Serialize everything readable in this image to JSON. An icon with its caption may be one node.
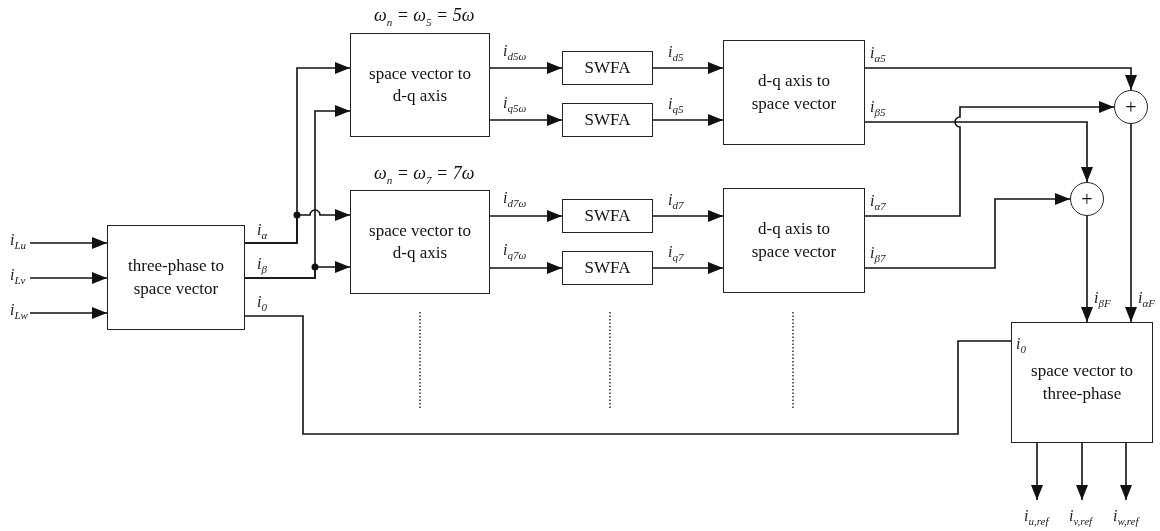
{
  "diagram": {
    "nodes": [
      {
        "text": [
          "three-phase to space vector"
        ]
      },
      {
        "text": [
          "space vector to d-q axis"
        ],
        "beside": [
          "ω$_{n}$ = ω$_{5}$ = 5ω"
        ]
      },
      {
        "text": [
          "space vector to d-q axis"
        ],
        "beside": [
          "ω$_{n}$ = ω$_{7}$ = 7ω"
        ]
      },
      {
        "text": [
          "SWFA"
        ]
      },
      {
        "text": [
          "SWFA"
        ]
      },
      {
        "text": [
          "SWFA"
        ]
      },
      {
        "text": [
          "SWFA"
        ]
      },
      {
        "text": [
          "d-q axis to space vector"
        ]
      },
      {
        "text": [
          "d-q axis to space vector"
        ]
      },
      {
        "text": [
          "+"
        ]
      },
      {
        "text": [
          "+"
        ]
      },
      {
        "text": [
          "space vector to three-phase"
        ]
      }
    ],
    "edges": [
      {
        "from": null,
        "to": 0,
        "arrow": "to",
        "label": "i$_{Lu}$"
      },
      {
        "from": null,
        "to": 0,
        "arrow": "to",
        "label": "i$_{Lv}$"
      },
      {
        "from": null,
        "to": 0,
        "arrow": "to",
        "label": "i$_{Lw}$"
      },
      {
        "from": 0,
        "to": 1,
        "arrow": "to",
        "label": "i$_{α}$"
      },
      {
        "from": 0,
        "to": 2,
        "arrow": "to"
      },
      {
        "from": 0,
        "to": 1,
        "arrow": "to",
        "label": "i$_{β}$"
      },
      {
        "from": 0,
        "to": 2,
        "arrow": "to"
      },
      {
        "from": 0,
        "to": 11,
        "arrow": "to",
        "label": "i$_{0}$"
      },
      {
        "from": 1,
        "to": 3,
        "arrow": "to",
        "label": "i$_{d5ω}$"
      },
      {
        "from": 1,
        "to": 4,
        "arrow": "to",
        "label": "i$_{q5ω}$"
      },
      {
        "from": 2,
        "to": 5,
        "arrow": "to",
        "label": "i$_{d7ω}$"
      },
      {
        "from": 2,
        "to": 6,
        "arrow": "to",
        "label": "i$_{q7ω}$"
      },
      {
        "from": 3,
        "to": 7,
        "arrow": "to",
        "label": "i$_{d5}$"
      },
      {
        "from": 4,
        "to": 7,
        "arrow": "to",
        "label": "i$_{q5}$"
      },
      {
        "from": 5,
        "to": 8,
        "arrow": "to",
        "label": "i$_{d7}$"
      },
      {
        "from": 6,
        "to": 8,
        "arrow": "to",
        "label": "i$_{q7}$"
      },
      {
        "from": 7,
        "to": 9,
        "arrow": "to",
        "label": "i$_{α5}$"
      },
      {
        "from": 7,
        "to": 10,
        "arrow": "to",
        "label": "i$_{β5}$"
      },
      {
        "from": 8,
        "to": 9,
        "arrow": "to",
        "label": "i$_{α7}$"
      },
      {
        "from": 8,
        "to": 10,
        "arrow": "to",
        "label": "i$_{β7}$"
      },
      {
        "from": 10,
        "to": 11,
        "arrow": "to",
        "label": "i$_{βF}$"
      },
      {
        "from": 9,
        "to": 11,
        "arrow": "to",
        "label": "i$_{αF}$"
      },
      {
        "from": 11,
        "to": null,
        "arrow": "to",
        "label": "i$_{u,ref}$"
      },
      {
        "from": 11,
        "to": null,
        "arrow": "to",
        "label": "i$_{v,ref}$"
      },
      {
        "from": 11,
        "to": null,
        "arrow": "to",
        "label": "i$_{w,ref}$"
      }
    ],
    "labels": [
      "i$_{0}$"
    ]
  }
}
